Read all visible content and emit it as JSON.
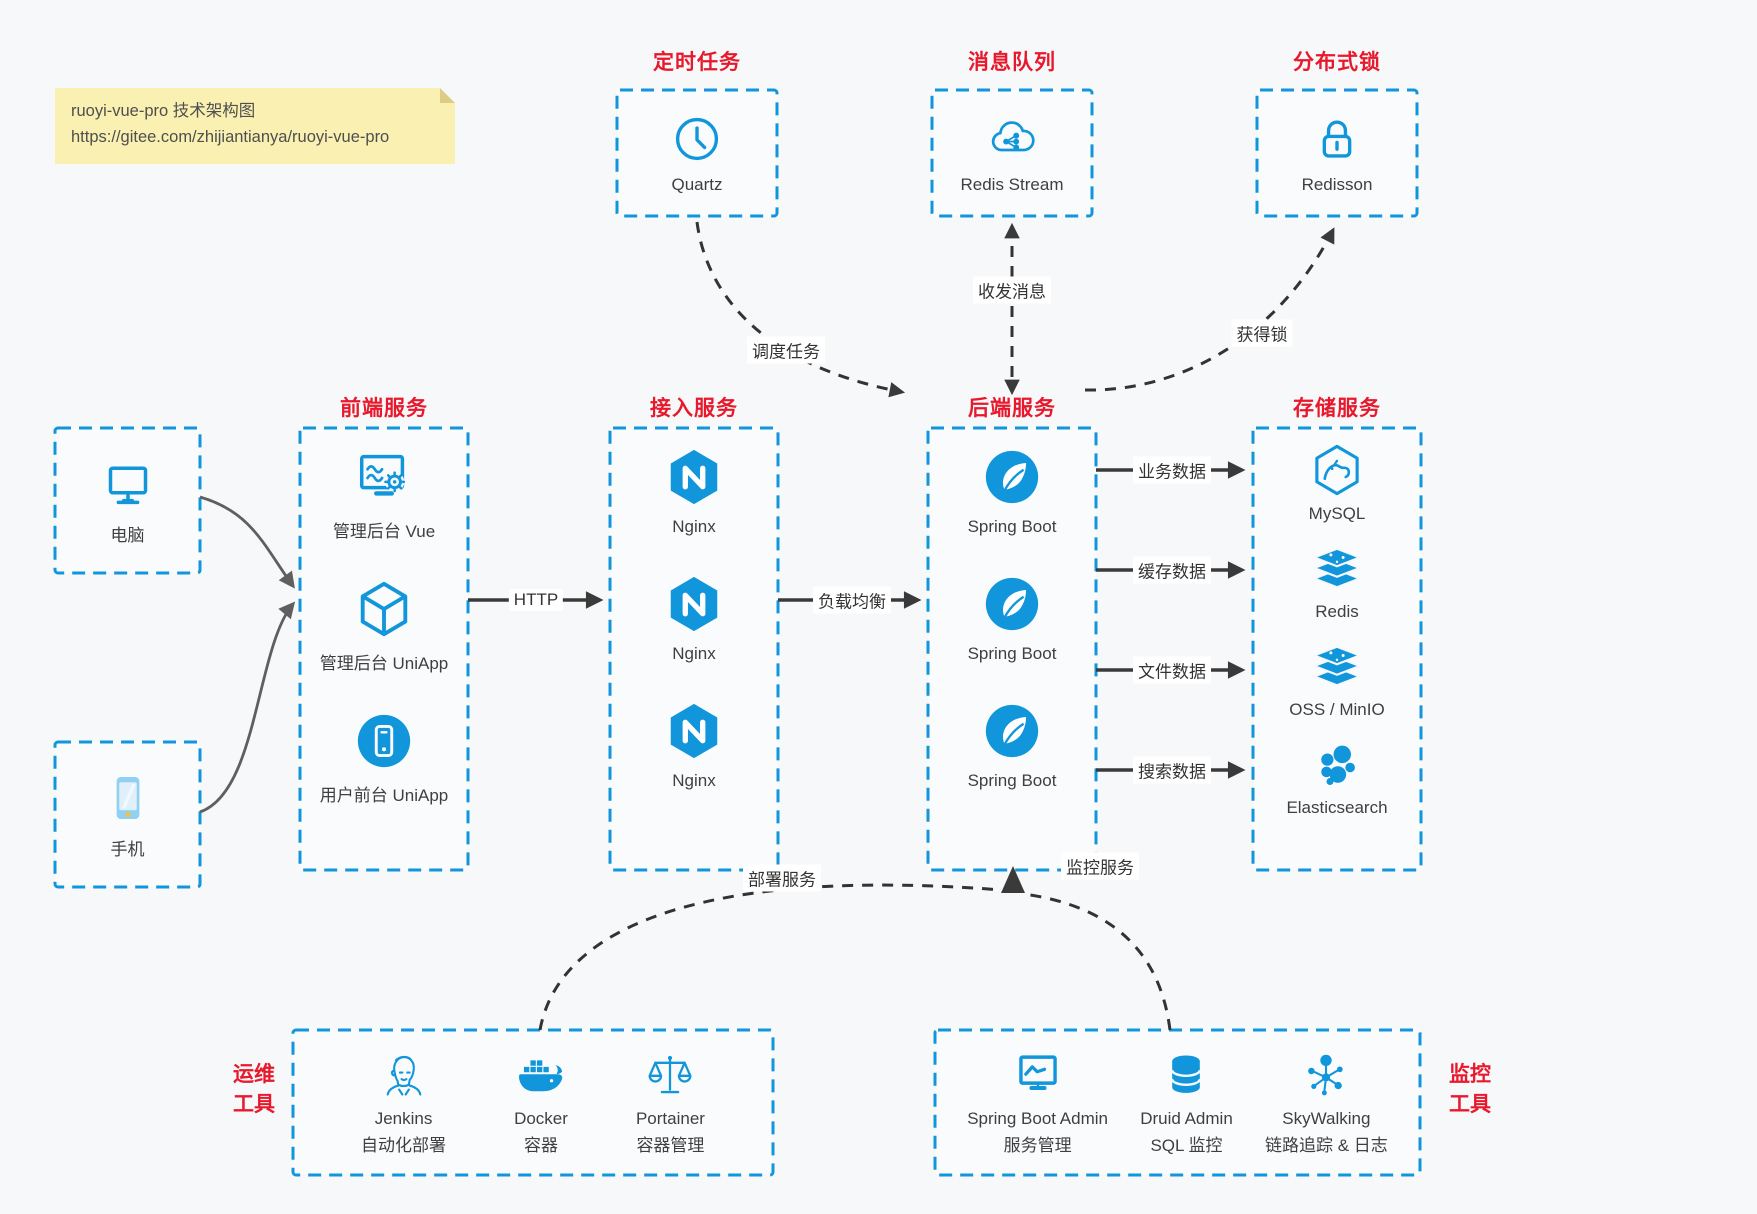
{
  "colors": {
    "accent_blue": "#1296db",
    "title_red": "#e8192d",
    "arrow_dark": "#3a3a3a",
    "note_bg": "#faf0b2",
    "canvas_bg": "#f7f8f9"
  },
  "note": {
    "line1": "ruoyi-vue-pro 技术架构图",
    "line2": "https://gitee.com/zhijiantianya/ruoyi-vue-pro"
  },
  "top_groups": [
    {
      "title": "定时任务",
      "item": {
        "icon": "clock-icon",
        "label": "Quartz"
      }
    },
    {
      "title": "消息队列",
      "item": {
        "icon": "mq-cloud-icon",
        "label": "Redis Stream"
      }
    },
    {
      "title": "分布式锁",
      "item": {
        "icon": "lock-icon",
        "label": "Redisson"
      }
    }
  ],
  "clients": [
    {
      "icon": "desktop-icon",
      "label": "电脑"
    },
    {
      "icon": "mobile-icon",
      "label": "手机"
    }
  ],
  "columns": [
    {
      "title": "前端服务",
      "items": [
        {
          "icon": "admin-vue-icon",
          "label": "管理后台 Vue"
        },
        {
          "icon": "uniapp-box-icon",
          "label": "管理后台 UniApp"
        },
        {
          "icon": "user-app-icon",
          "label": "用户前台 UniApp"
        }
      ]
    },
    {
      "title": "接入服务",
      "items": [
        {
          "icon": "nginx-icon",
          "label": "Nginx"
        },
        {
          "icon": "nginx-icon",
          "label": "Nginx"
        },
        {
          "icon": "nginx-icon",
          "label": "Nginx"
        }
      ]
    },
    {
      "title": "后端服务",
      "items": [
        {
          "icon": "spring-boot-icon",
          "label": "Spring Boot"
        },
        {
          "icon": "spring-boot-icon",
          "label": "Spring Boot"
        },
        {
          "icon": "spring-boot-icon",
          "label": "Spring Boot"
        }
      ]
    },
    {
      "title": "存储服务",
      "items": [
        {
          "icon": "mysql-icon",
          "label": "MySQL"
        },
        {
          "icon": "redis-icon",
          "label": "Redis"
        },
        {
          "icon": "storage-stack-icon",
          "label": "OSS / MinIO"
        },
        {
          "icon": "elasticsearch-icon",
          "label": "Elasticsearch"
        }
      ]
    }
  ],
  "bottom_groups": [
    {
      "title_line1": "运维",
      "title_line2": "工具",
      "items": [
        {
          "icon": "jenkins-icon",
          "name": "Jenkins",
          "desc": "自动化部署"
        },
        {
          "icon": "docker-icon",
          "name": "Docker",
          "desc": "容器"
        },
        {
          "icon": "portainer-icon",
          "name": "Portainer",
          "desc": "容器管理"
        }
      ]
    },
    {
      "title_line1": "监控",
      "title_line2": "工具",
      "items": [
        {
          "icon": "spring-boot-admin-icon",
          "name": "Spring Boot Admin",
          "desc": "服务管理"
        },
        {
          "icon": "druid-icon",
          "name": "Druid Admin",
          "desc": "SQL 监控"
        },
        {
          "icon": "skywalking-icon",
          "name": "SkyWalking",
          "desc": "链路追踪 & 日志"
        }
      ]
    }
  ],
  "edge_labels": {
    "http": "HTTP",
    "load_balance": "负载均衡",
    "business_data": "业务数据",
    "cache_data": "缓存数据",
    "file_data": "文件数据",
    "search_data": "搜索数据",
    "schedule_task": "调度任务",
    "message_flow": "收发消息",
    "acquire_lock": "获得锁",
    "deploy_service": "部署服务",
    "monitor_service": "监控服务"
  }
}
